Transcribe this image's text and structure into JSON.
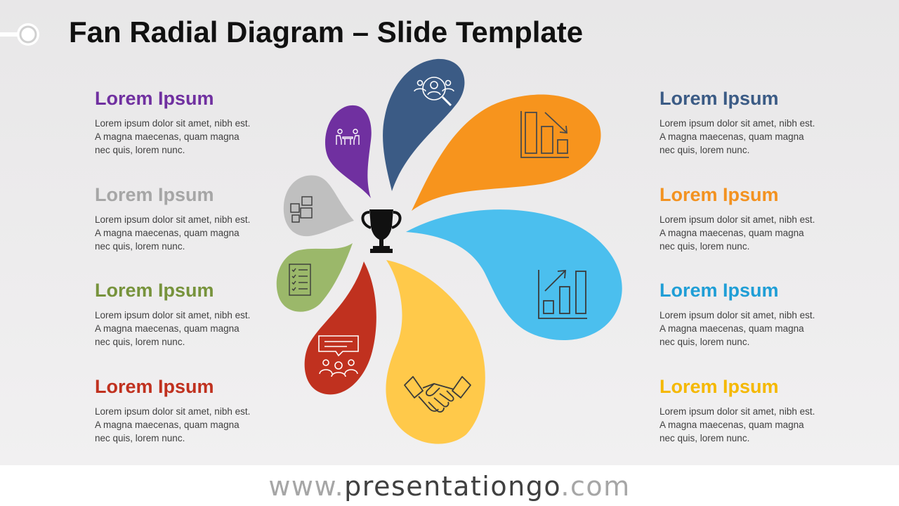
{
  "title": "Fan Radial Diagram – Slide Template",
  "left_items": [
    {
      "heading": "Lorem Ipsum",
      "color": "#7030a0",
      "body": "Lorem ipsum dolor sit amet, nibh est. A magna maecenas, quam magna nec quis, lorem nunc."
    },
    {
      "heading": "Lorem Ipsum",
      "color": "#a6a6a6",
      "body": "Lorem ipsum dolor sit amet, nibh est. A magna maecenas, quam magna nec quis, lorem nunc."
    },
    {
      "heading": "Lorem Ipsum",
      "color": "#77933c",
      "body": "Lorem ipsum dolor sit amet, nibh est. A magna maecenas, quam magna nec quis, lorem nunc."
    },
    {
      "heading": "Lorem Ipsum",
      "color": "#c0311f",
      "body": "Lorem ipsum dolor sit amet, nibh est. A magna maecenas, quam magna nec quis, lorem nunc."
    }
  ],
  "right_items": [
    {
      "heading": "Lorem Ipsum",
      "color": "#3b5b85",
      "body": "Lorem ipsum dolor sit amet, nibh est. A magna maecenas, quam magna nec quis, lorem nunc."
    },
    {
      "heading": "Lorem Ipsum",
      "color": "#f39220",
      "body": "Lorem ipsum dolor sit amet, nibh est. A magna maecenas, quam magna nec quis, lorem nunc."
    },
    {
      "heading": "Lorem Ipsum",
      "color": "#1f9ed6",
      "body": "Lorem ipsum dolor sit amet, nibh est. A magna maecenas, quam magna nec quis, lorem nunc."
    },
    {
      "heading": "Lorem Ipsum",
      "color": "#f5b800",
      "body": "Lorem ipsum dolor sit amet, nibh est. A magna maecenas, quam magna nec quis, lorem nunc."
    }
  ],
  "petals": [
    {
      "name": "purple",
      "color": "#7030a0",
      "icon": "meeting-icon"
    },
    {
      "name": "navy",
      "color": "#3b5b85",
      "icon": "team-search-icon"
    },
    {
      "name": "orange",
      "color": "#f7941d",
      "icon": "bar-chart-down-icon"
    },
    {
      "name": "blue",
      "color": "#4bbfee",
      "icon": "bar-chart-up-icon"
    },
    {
      "name": "yellow",
      "color": "#ffc94a",
      "icon": "handshake-icon"
    },
    {
      "name": "red",
      "color": "#c0311f",
      "icon": "discussion-icon"
    },
    {
      "name": "green",
      "color": "#9bb86a",
      "icon": "checklist-icon"
    },
    {
      "name": "gray",
      "color": "#bfbfbf",
      "icon": "sticky-notes-icon"
    }
  ],
  "center_icon": "trophy-icon",
  "footer": {
    "prefix": "www.",
    "domain": "presentationgo",
    "suffix": ".com"
  }
}
